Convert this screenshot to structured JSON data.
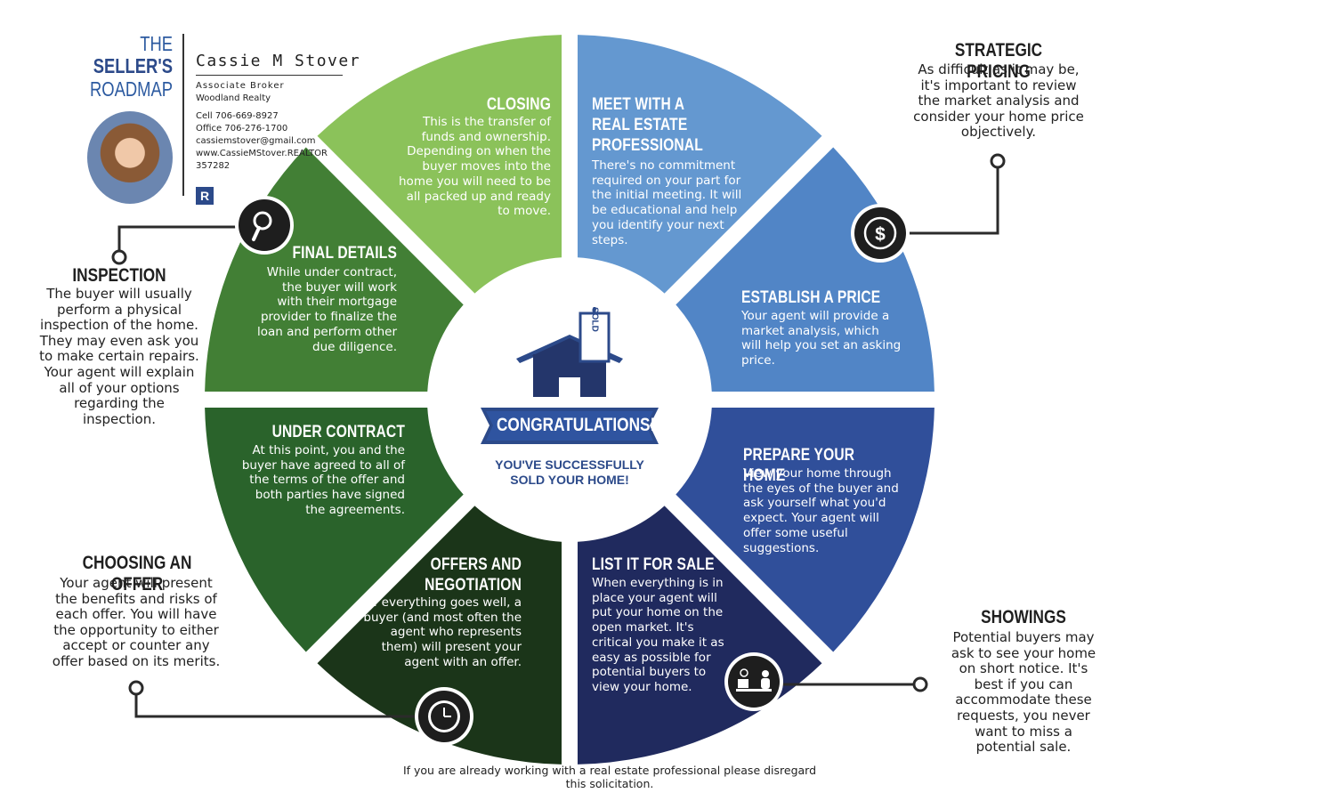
{
  "brand": {
    "line1": "THE",
    "line2": "SELLER'S",
    "line3": "ROADMAP"
  },
  "agent": {
    "name": "Cassie M Stover",
    "title": "Associate Broker",
    "company": "Woodland Realty",
    "cell": "Cell  706-669-8927",
    "office": "Office  706-276-1700",
    "email": "cassiemstover@gmail.com",
    "website": "www.CassieMStover.REALTOR",
    "license": "357282",
    "logo_letter": "R"
  },
  "center": {
    "sold_label": "SOLD",
    "banner": "CONGRATULATIONS!",
    "line1": "YOU'VE SUCCESSFULLY",
    "line2": "SOLD YOUR HOME!"
  },
  "segments": {
    "closing": {
      "title": "CLOSING",
      "body": "This is the transfer of funds and ownership. Depending on when the buyer moves into the home you will need to be all packed up and ready to move.",
      "color": "#8bc25a"
    },
    "meet": {
      "title": "MEET WITH A\nREAL ESTATE\nPROFESSIONAL",
      "body": "There's no commitment required on your part for the initial meeting. It will be educational and help you identify your next steps.",
      "color": "#6498d0"
    },
    "price": {
      "title": "ESTABLISH A PRICE",
      "body": "Your agent will provide a market analysis, which will help you set an asking price.",
      "color": "#5185c6"
    },
    "prepare": {
      "title": "PREPARE YOUR HOME",
      "body": "View your home through the eyes of the buyer and ask yourself what you'd expect. Your agent will offer some useful suggestions.",
      "color": "#304f9a"
    },
    "list": {
      "title": "LIST IT FOR SALE",
      "body": "When everything is in place your agent will put your home on the open market. It's critical you make it as easy as possible for potential buyers to view your home.",
      "color": "#202a5e"
    },
    "offers": {
      "title": "OFFERS AND\nNEGOTIATION",
      "body": "If everything goes well, a buyer (and most often the agent who represents them) will present your agent with an offer.",
      "color": "#1b3519"
    },
    "contract": {
      "title": "UNDER CONTRACT",
      "body": "At this point, you and the buyer have agreed to all of the terms of the offer and both parties have signed the agreements.",
      "color": "#2a632b"
    },
    "final": {
      "title": "FINAL DETAILS",
      "body": "While under contract, the buyer will work with their mortgage provider to finalize the loan and perform other due diligence.",
      "color": "#427f35"
    }
  },
  "callouts": {
    "pricing": {
      "title": "STRATEGIC PRICING",
      "body": "As difficult as it may be, it's important to review the market analysis and consider your home price objectively.",
      "icon": "dollar-icon"
    },
    "inspection": {
      "title": "INSPECTION",
      "body": "The buyer will usually perform a physical inspection of the home. They may even ask you to make certain repairs. Your agent will explain all of your options regarding the inspection.",
      "icon": "magnifier-icon"
    },
    "offer": {
      "title": "CHOOSING AN OFFER",
      "body": "Your agent will present the benefits and risks of each offer. You will have the opportunity to either accept or counter any offer based on its merits.",
      "icon": "clock-icon"
    },
    "showings": {
      "title": "SHOWINGS",
      "body": "Potential buyers may ask to see your home on short notice. It's best if you can accommodate these requests, you never want to miss a potential sale.",
      "icon": "people-icon"
    }
  },
  "footer": {
    "disclaimer": "If you are already working with a real estate professional please disregard this solicitation."
  }
}
